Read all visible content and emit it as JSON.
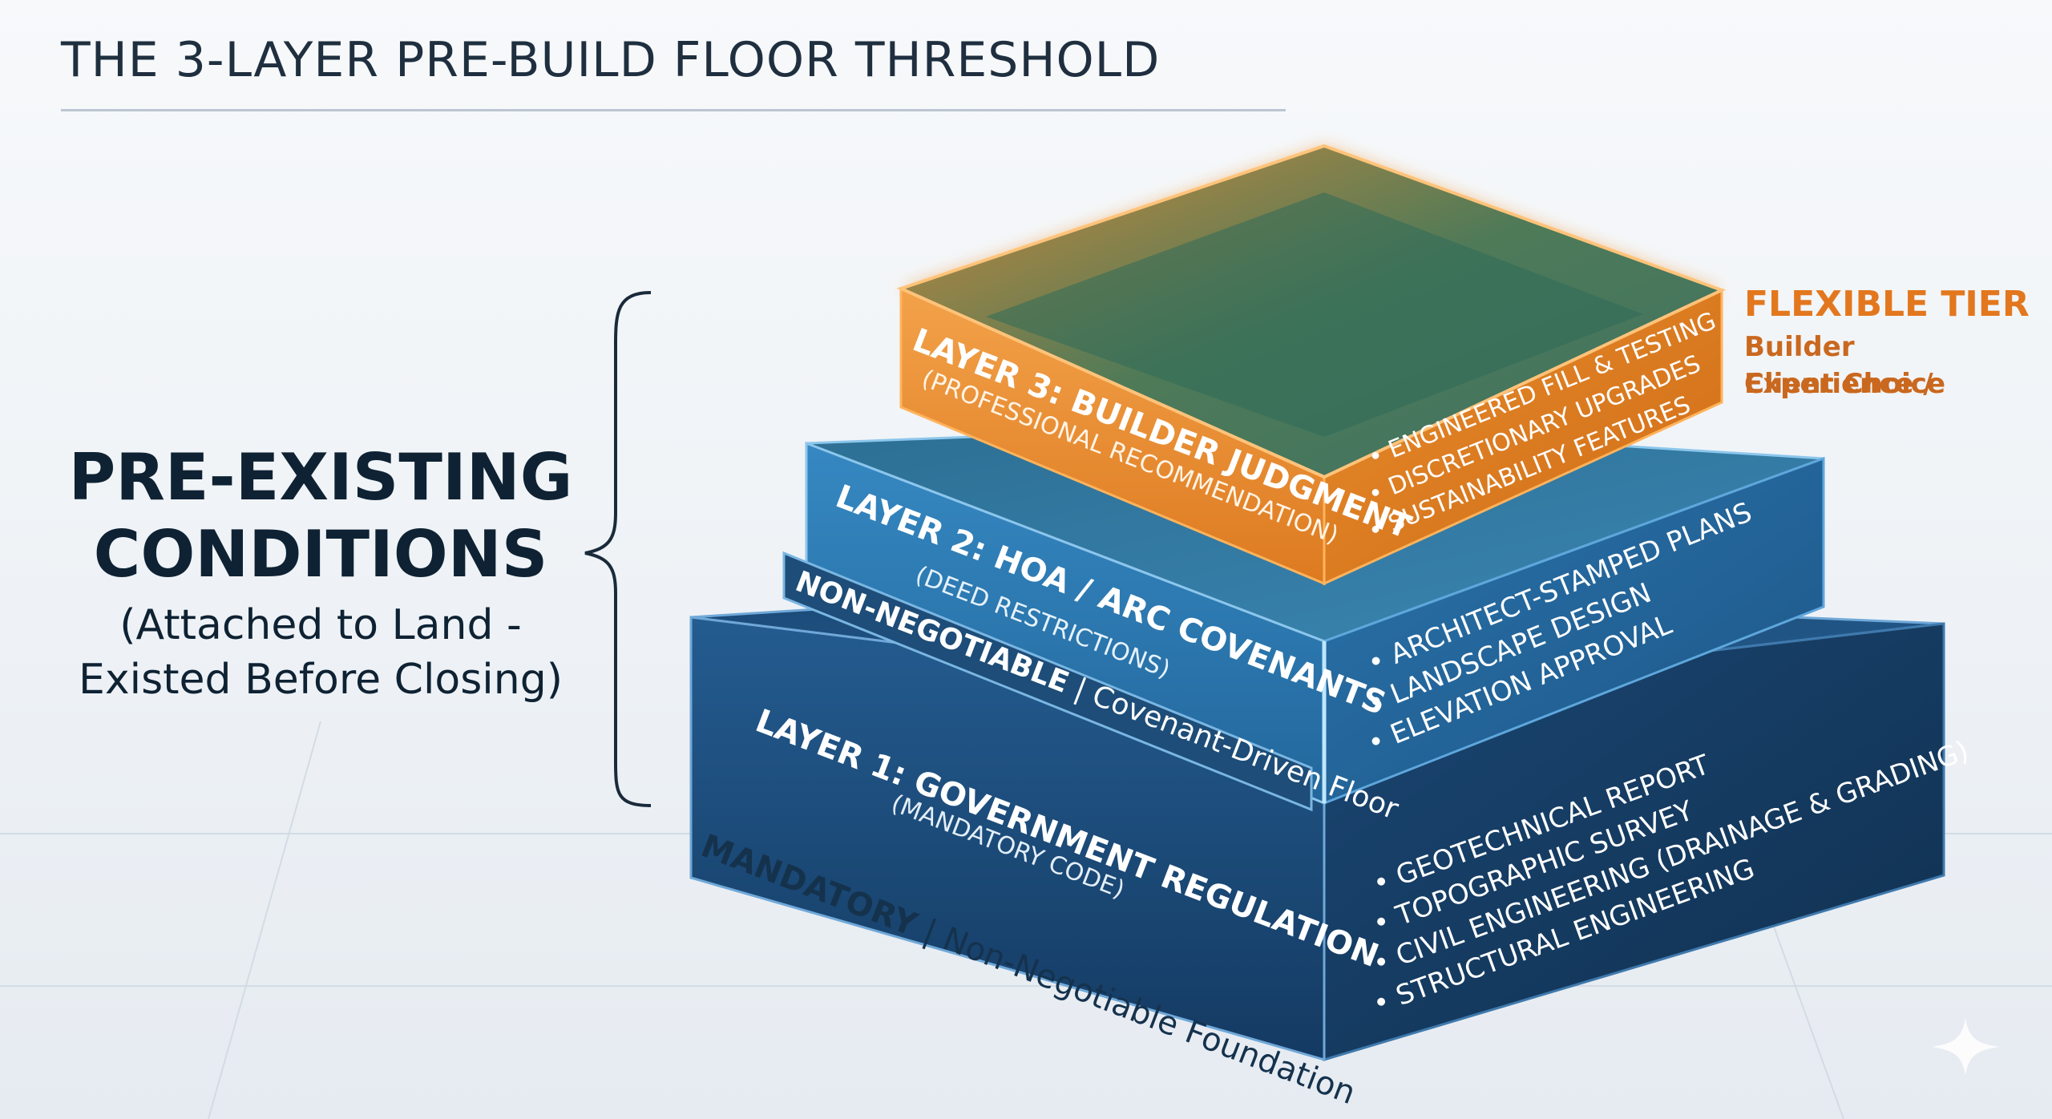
{
  "title": "THE 3-LAYER PRE-BUILD FLOOR THRESHOLD",
  "left_panel": {
    "heading_lines": [
      "PRE-EXISTING",
      "CONDITIONS"
    ],
    "sub_lines": [
      "(Attached to Land -",
      "Existed Before Closing)"
    ]
  },
  "flexible": {
    "title": "FLEXIBLE TIER",
    "sub_lines": [
      "Builder Experience /",
      "Client Choice"
    ]
  },
  "layers": [
    {
      "id": "layer1",
      "title": "LAYER 1: GOVERNMENT REGULATION",
      "subtitle": "(MANDATORY CODE)",
      "tag_bold": "MANDATORY",
      "tag_rest": " | Non-Negotiable Foundation",
      "bullets": [
        "• GEOTECHNICAL REPORT",
        "• TOPOGRAPHIC SURVEY",
        "• CIVIL ENGINEERING (DRAINAGE & GRADING)",
        "• STRUCTURAL ENGINEERING"
      ]
    },
    {
      "id": "layer2",
      "title": "LAYER 2: HOA / ARC COVENANTS",
      "subtitle": "(DEED RESTRICTIONS)",
      "tag_bold": "NON-NEGOTIABLE",
      "tag_rest": " | Covenant-Driven Floor",
      "bullets": [
        "• ARCHITECT-STAMPED PLANS",
        "• LANDSCAPE DESIGN",
        "• ELEVATION APPROVAL"
      ]
    },
    {
      "id": "layer3",
      "title": "LAYER 3: BUILDER JUDGMENT",
      "subtitle": "(PROFESSIONAL RECOMMENDATION)",
      "bullets": [
        "• ENGINEERED FILL & TESTING",
        "• DISCRETIONARY UPGRADES",
        "• SUSTAINABILITY FEATURES"
      ]
    }
  ],
  "colors": {
    "layer1_side": "#1c4c7a",
    "layer2_side": "#2a7cb4",
    "layer3_side": "#ee8f2c",
    "accent_orange": "#e3771e",
    "text_dark": "#0e2233"
  }
}
